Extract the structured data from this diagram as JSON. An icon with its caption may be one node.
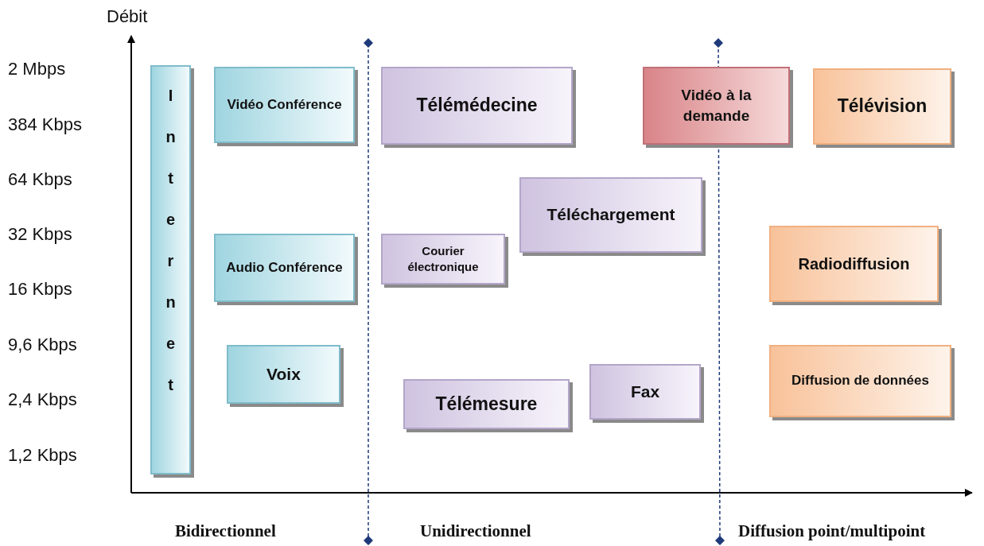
{
  "diagram": {
    "nodes": [
      {
        "text": [
          "Internet"
        ]
      },
      {
        "text": [
          "Vidéo Conférence"
        ]
      },
      {
        "text": [
          "Audio Conférence"
        ]
      },
      {
        "text": [
          "Voix"
        ]
      },
      {
        "text": [
          "Télémédecine"
        ]
      },
      {
        "text": [
          "Courier électronique"
        ]
      },
      {
        "text": [
          "Téléchargement"
        ]
      },
      {
        "text": [
          "Télémesure"
        ]
      },
      {
        "text": [
          "Fax"
        ]
      },
      {
        "text": [
          "Vidéo à la demande"
        ]
      },
      {
        "text": [
          "Télévision"
        ]
      },
      {
        "text": [
          "Radiodiffusion"
        ]
      },
      {
        "text": [
          "Diffusion de données"
        ]
      }
    ],
    "edges": [],
    "labels": [
      "Débit",
      "2 Mbps",
      "384 Kbps",
      "64 Kbps",
      "32 Kbps",
      "16 Kbps",
      "9,6 Kbps",
      "2,4 Kbps",
      "1,2 Kbps",
      "Bidirectionnel",
      "Unidirectionnel",
      "Diffusion point/multipoint"
    ]
  }
}
